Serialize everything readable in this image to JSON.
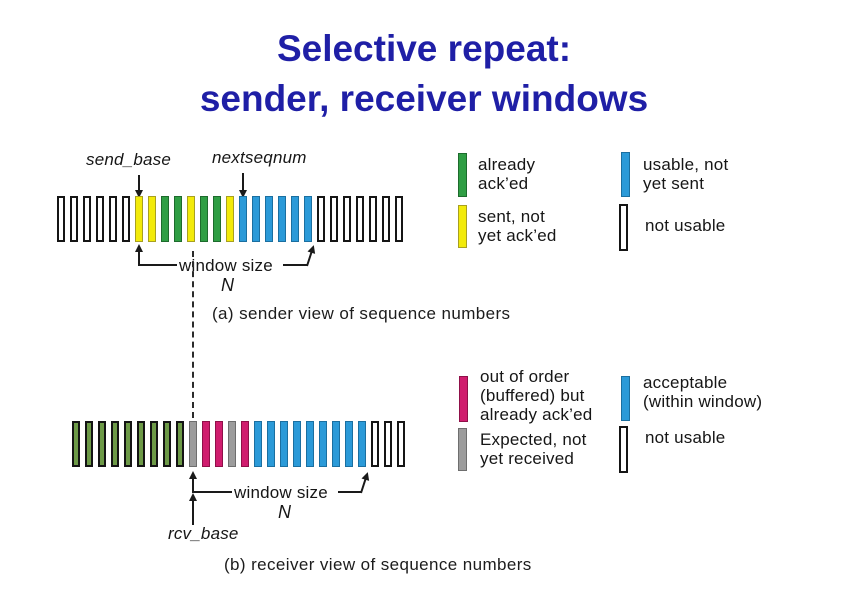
{
  "title": {
    "line1": "Selective repeat:",
    "line2": "sender, receiver windows"
  },
  "colors": {
    "title": "#1f1fa6",
    "green_acked": "#2f9e44",
    "yellow_sent": "#f2ea0a",
    "blue_usable": "#2b9ad8",
    "olive_received": "#6d9a47",
    "pink_buffered": "#d01d6e",
    "gray_expected": "#9c9c9c",
    "not_usable_outline": "#151515"
  },
  "sender": {
    "send_base_label": "send_base",
    "nextseqnum_label": "nextseqnum",
    "window_size_label": "window size",
    "window_n_label": "N",
    "caption": "(a) sender view of sequence numbers",
    "bars": [
      "white",
      "white",
      "white",
      "white",
      "white",
      "white",
      "yellow",
      "yellow",
      "green",
      "green",
      "yellow",
      "green",
      "green",
      "yellow",
      "blue",
      "blue",
      "blue",
      "blue",
      "blue",
      "blue",
      "white",
      "white",
      "white",
      "white",
      "white",
      "white",
      "white"
    ]
  },
  "receiver": {
    "rcv_base_label": "rcv_base",
    "window_size_label": "window size",
    "window_n_label": "N",
    "caption": "(b) receiver view of sequence numbers",
    "bars": [
      "olive",
      "olive",
      "olive",
      "olive",
      "olive",
      "olive",
      "olive",
      "olive",
      "olive",
      "gray",
      "pink",
      "pink",
      "gray",
      "pink",
      "blue",
      "blue",
      "blue",
      "blue",
      "blue",
      "blue",
      "blue",
      "blue",
      "blue",
      "white",
      "white",
      "white"
    ]
  },
  "legend_sender": [
    {
      "color": "green",
      "label": "already\nack’ed"
    },
    {
      "color": "yellow",
      "label": "sent, not\nyet ack’ed"
    },
    {
      "color": "blue",
      "label": "usable, not\nyet sent"
    },
    {
      "color": "white",
      "label": "not usable"
    }
  ],
  "legend_receiver": [
    {
      "color": "pink",
      "label": "out of order\n(buffered) but\nalready ack’ed"
    },
    {
      "color": "gray",
      "label": "Expected,  not\nyet received"
    },
    {
      "color": "blue",
      "label": "acceptable\n(within window)"
    },
    {
      "color": "white",
      "label": "not usable"
    }
  ]
}
